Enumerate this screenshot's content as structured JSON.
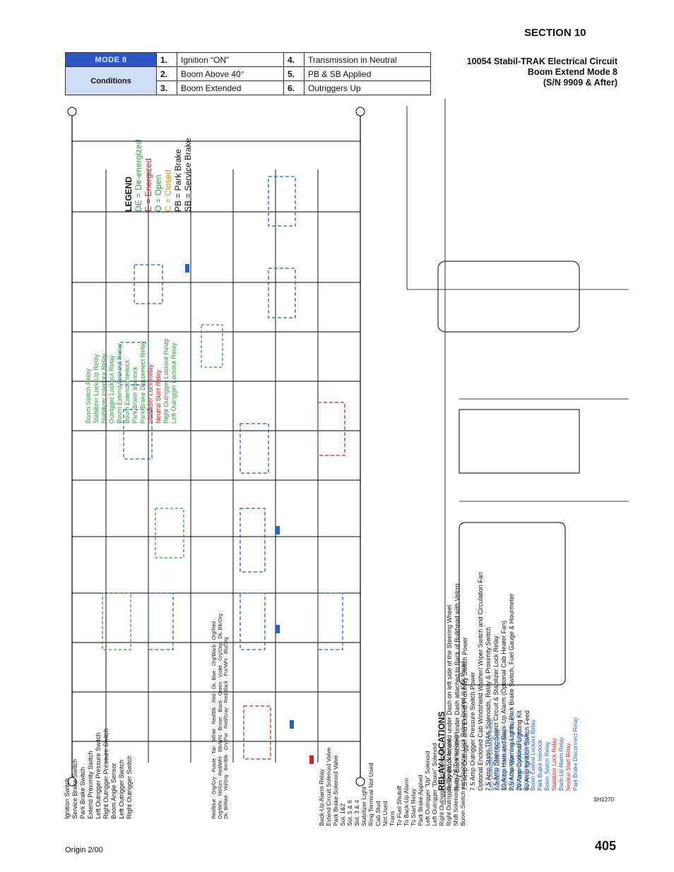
{
  "header": {
    "section": "SECTION 10",
    "title_line1": "10054 Stabil-TRAK Electrical Circuit",
    "title_line2": "Boom Extend Mode 8",
    "title_line3": "(S/N 9909 & After)"
  },
  "conditions_table": {
    "mode_label": "MODE 8",
    "conditions_label": "Conditions",
    "items": [
      {
        "num": "1.",
        "text": "Ignition “ON”"
      },
      {
        "num": "2.",
        "text": "Boom Above 40°"
      },
      {
        "num": "3.",
        "text": "Boom Extended"
      },
      {
        "num": "4.",
        "text": "Transmission in Neutral"
      },
      {
        "num": "5.",
        "text": "PB & SB Applied"
      },
      {
        "num": "6.",
        "text": "Outriggers Up"
      }
    ]
  },
  "legend": {
    "title": "LEGEND",
    "items": [
      {
        "text": "DE = De-energized",
        "color": "#2a9d3a"
      },
      {
        "text": "E = Energized",
        "color": "#d32020"
      },
      {
        "text": "O = Open",
        "color": "#2a9d3a"
      },
      {
        "text": "C = Closed",
        "color": "#e08a00"
      },
      {
        "text": "PB = Park Brake",
        "color": "#111111"
      },
      {
        "text": "SB = Service Brake",
        "color": "#111111"
      }
    ]
  },
  "relays": [
    {
      "label": "Boom Switch Relay",
      "state": "DE"
    },
    {
      "label": "Stabilizer Lock-Up Relay",
      "state": "DE"
    },
    {
      "label": "Stabilizer Interlock Relay",
      "state": "DE"
    },
    {
      "label": "Outrigger Lockout Relay",
      "state": "DE"
    },
    {
      "label": "Boom Extend Lockout Relay",
      "state": "DE"
    },
    {
      "label": "Boom Extend Interlock",
      "state": "DE"
    },
    {
      "label": "Park Brake Interlock",
      "state": "DE"
    },
    {
      "label": "Park Brake Disconnect Relay",
      "state": "DE"
    },
    {
      "label": "Stabilizer Lock Relay",
      "state": "E"
    },
    {
      "label": "Neutral Start Relay",
      "state": "E"
    },
    {
      "label": "Right Outrigger Lockout Relay",
      "state": "DE"
    },
    {
      "label": "Left Outrigger Lockout Relay",
      "state": "DE"
    }
  ],
  "switches": [
    "Ignition Switch",
    "Service Brake Switch",
    "Park Brake Switch",
    "Extend Proximity Switch",
    "Left Outrigger Pressure Switch",
    "Right Outrigger Pressure Switch",
    "Boom Angle Sensor",
    "Left Outrigger Switch",
    "Right Outrigger Switch"
  ],
  "components": [
    "Back-Up Alarm Relay",
    "Extend Circuit Solenoid Valve",
    "Park Brake Solenoid Valve",
    "Sol. 1&2",
    "Sol. 5 & 6",
    "Sol. 3 & 4",
    "Stabilizer Light",
    "Ring Terminal Not Used",
    "Cab Stud",
    "Not Used",
    "Trans",
    "To Fuel Shutoff",
    "To Back-Up Alarm",
    "To Start Relay",
    "Park Brake Applied",
    "Left Outrigger \"Up\" Solenoid",
    "Left Outrigger \"Down\" Solenoid",
    "Right Outrigger \"Up\" Solenoid",
    "Right Outrigger \"Down\" Solenoid",
    "Shift Solenoids on ZF Transmission",
    "Boom Switch and Stabilizer Lock Relays located in Kick Panel"
  ],
  "relay_locations": {
    "title": "RELAY LOCATIONS",
    "notes": [
      "Relay Block located under Dash on left side of the Steering Wheel",
      "Relay Block located under Dash attached to Back of Bulkhead with Velcro"
    ],
    "fuses": [
      "7.5 Amp Outrigger and Extend Proximity Switch Power",
      "7.5 Amp Outrigger Pressure Switch Power",
      "Optional Enclosed Cab Windshield Washer/ Wiper Switch and Circulation Fan",
      "7.5 Amp Stabil-TRAK Solenoids, Relay & Proximity Switch",
      "7.5 Amp Steering Select Circuit & Stabilizer Lock Relay",
      "10 Amp Horn and Back-Up Alarm (Optional Cab Heater Fan)",
      "7.5 Amp Warning Lights, Park Brake Switch, Fuel Gauge & Hourmeter",
      "20 Amp Optional Lighting Kit",
      "40 Amp Ignition Switch Feed"
    ],
    "block_relays": [
      "Left Outrigger Lockout Relay",
      "Stabilizer Lock-Up Relay",
      "Stabilizer Interlock Relay",
      "Right Outrigger Lockout Relay",
      "Outrigger Lockout Relay",
      "Boom Extend Interlock",
      "Boom Extend Lockout Relay",
      "Park Brake Interlock",
      "Boom Switch Relay",
      "Stabilizer Lock Relay",
      "Back-Up Alarm Relay",
      "Neutral Start Relay",
      "Park Brake Disconnect Relay"
    ]
  },
  "wires": [
    "Red/Blue",
    "Org/Gry",
    "Purple",
    "Tan",
    "White",
    "Red/Blk",
    "Red",
    "Dk. Blue",
    "Org/Black",
    "Org/Red",
    "Org/Wht",
    "Yel/Grn",
    "Red/Wht",
    "Blk/Wht",
    "Brown",
    "Black",
    "Green",
    "Violet",
    "Gry/Org",
    "Dk. Blk/Org",
    "Dk. Bl/Red",
    "Yel/Org",
    "Brn/Blk",
    "Gry/Pur",
    "Red/Gray",
    "Red/Black",
    "Pur/Wht",
    "Blu/Org"
  ],
  "footer": {
    "left": "Origin 2/00",
    "page": "405",
    "code": "SH1270"
  }
}
